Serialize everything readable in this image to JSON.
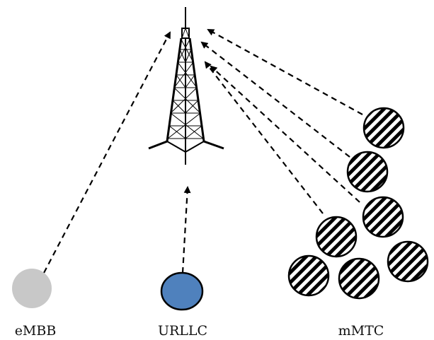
{
  "labels": {
    "embb": "eMBB",
    "urllc": "URLLC",
    "mmtc": "mMTC"
  },
  "colors": {
    "embb_fill": "#c8c8c8",
    "urllc_fill": "#4f81bd",
    "stroke": "#000000",
    "mmtc_fill": "#ffffff"
  },
  "icons": {
    "tower": "cell-tower-icon",
    "embb_device": "gray-circle-icon",
    "urllc_device": "blue-circle-icon",
    "mmtc_device": "hatched-circle-icon"
  }
}
